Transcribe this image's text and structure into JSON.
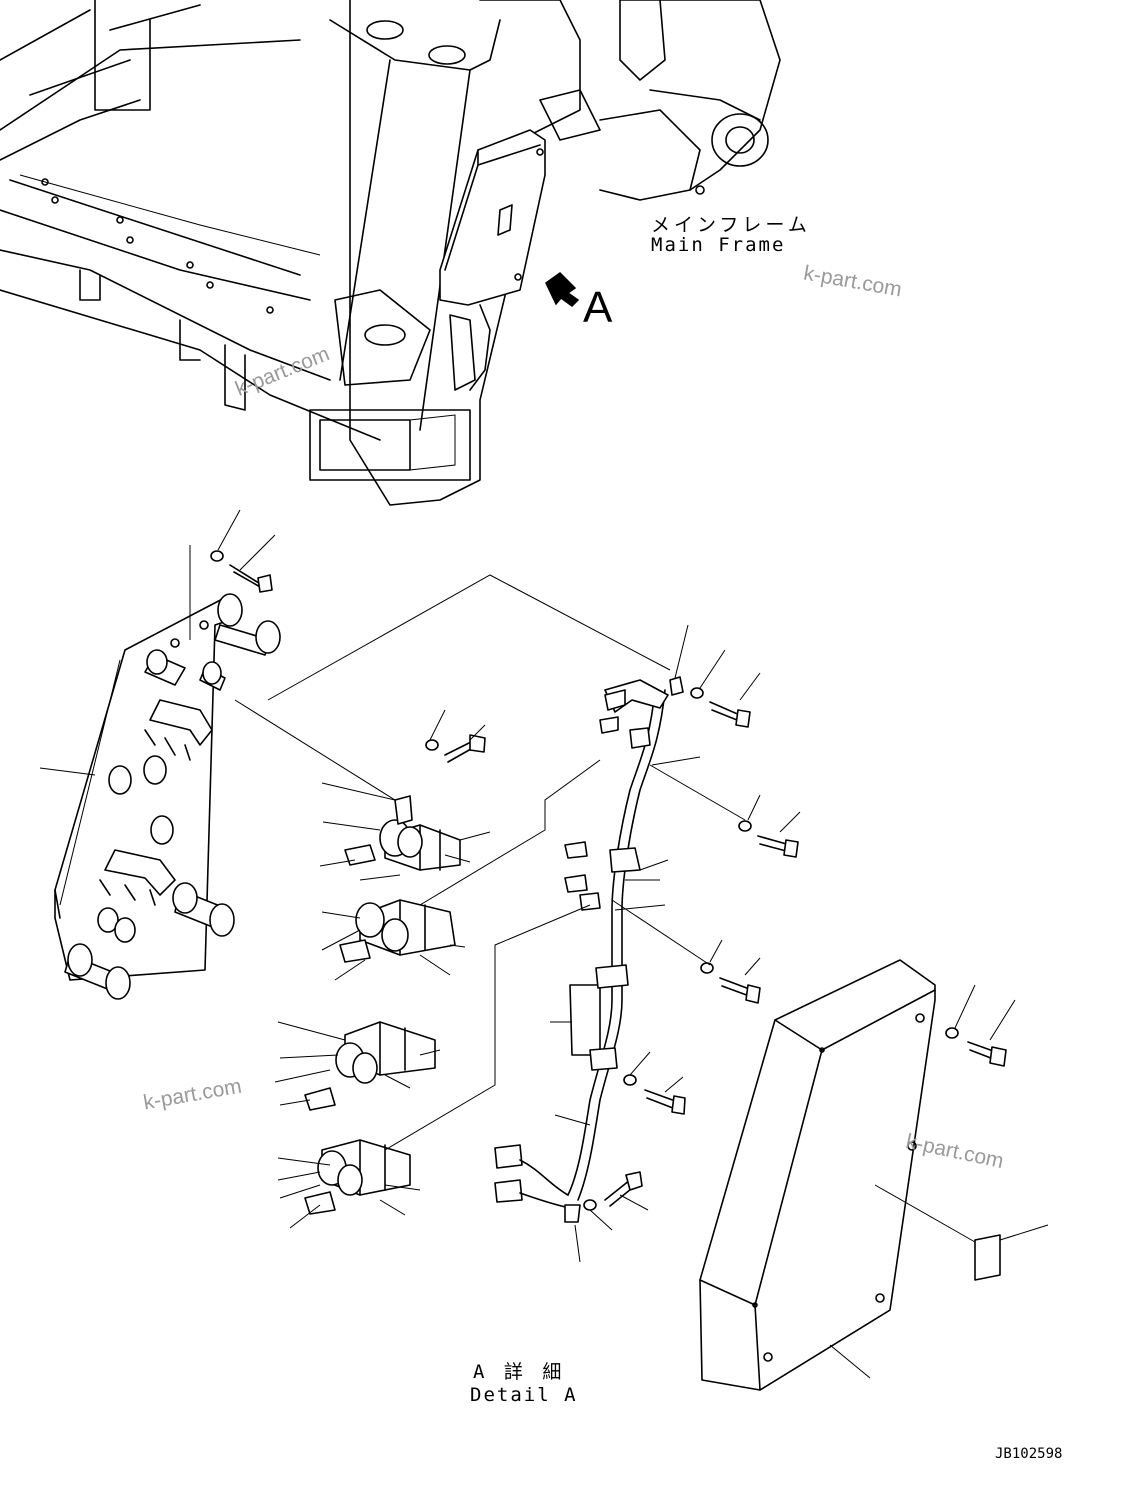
{
  "labels": {
    "main_frame_jp": "メインフレーム",
    "main_frame_en": "Main Frame",
    "view_marker": "A",
    "detail_jp": "A 詳 細",
    "detail_en": "Detail A",
    "drawing_code": "JB102598"
  },
  "watermarks": [
    "k-part.com",
    "k-part.com",
    "k-part.com",
    "k-part.com"
  ]
}
